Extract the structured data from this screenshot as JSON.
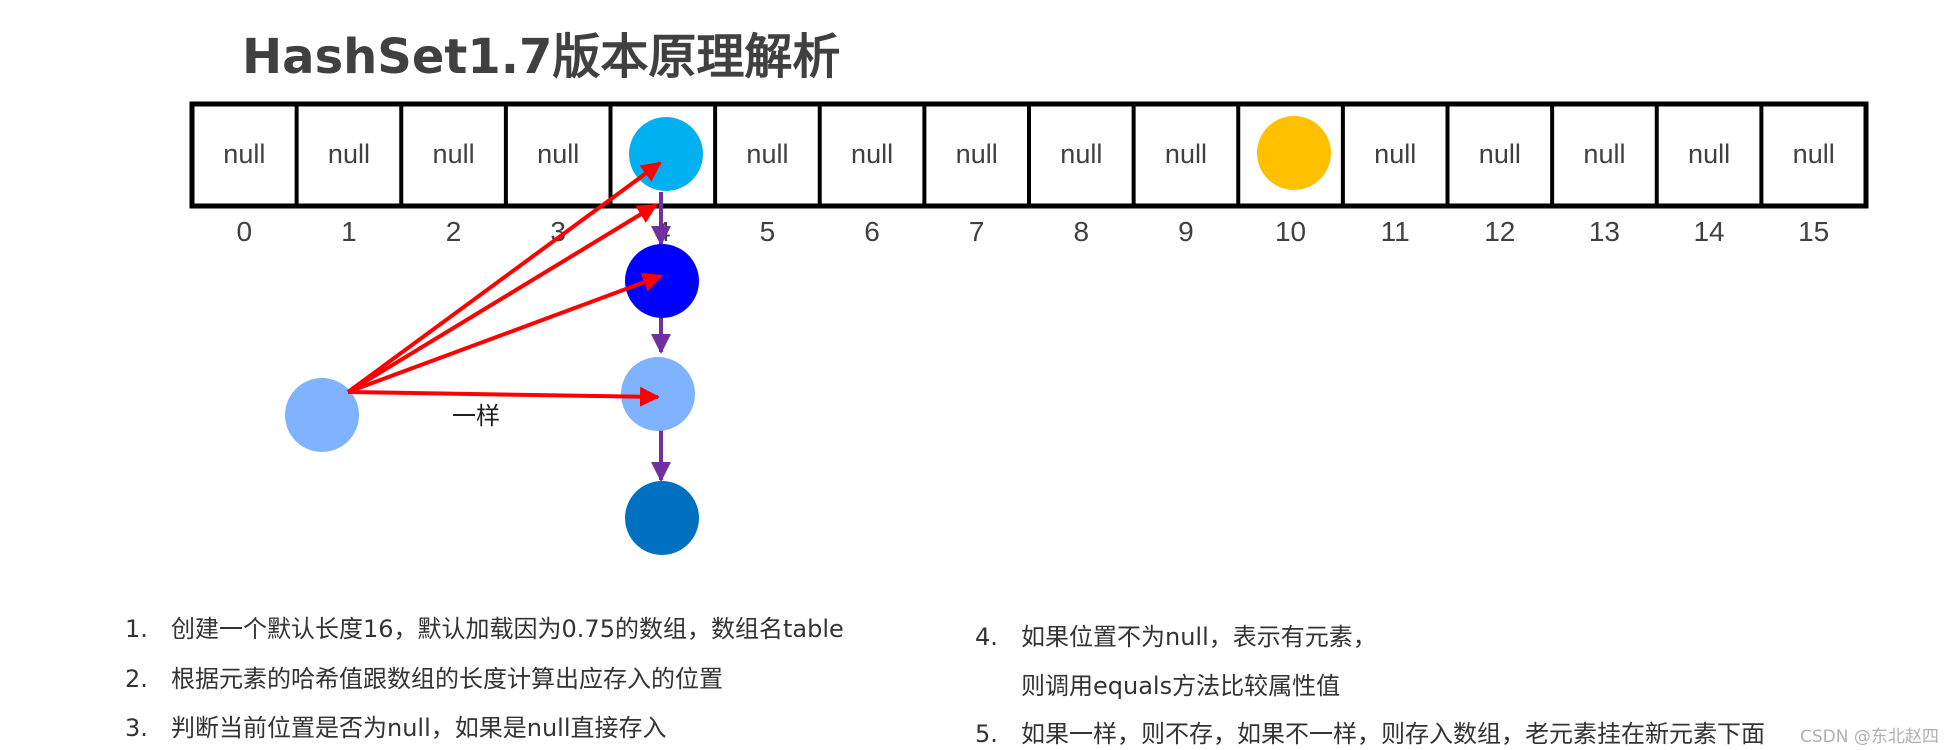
{
  "title": "HashSet1.7版本原理解析",
  "table": {
    "cells": [
      "null",
      "null",
      "null",
      "null",
      "",
      "null",
      "null",
      "null",
      "null",
      "null",
      "",
      "null",
      "null",
      "null",
      "null",
      "null"
    ],
    "indices": [
      "0",
      "1",
      "2",
      "3",
      "4",
      "5",
      "6",
      "7",
      "8",
      "9",
      "10",
      "11",
      "12",
      "13",
      "14",
      "15"
    ]
  },
  "colors": {
    "slot4_node": "#00b0f0",
    "slot10_node": "#ffc000",
    "chain_node_2": "#0000ff",
    "chain_node_3": "#7fb2ff",
    "chain_node_4": "#0070c0",
    "new_element": "#7fb2ff",
    "compare_arrow": "#ff0000",
    "chain_arrow": "#7030a0"
  },
  "compare_label": "一样",
  "notes": [
    {
      "num": "1.",
      "text": "创建一个默认长度16，默认加载因为0.75的数组，数组名table"
    },
    {
      "num": "2.",
      "text": "根据元素的哈希值跟数组的长度计算出应存入的位置"
    },
    {
      "num": "3.",
      "text": "判断当前位置是否为null，如果是null直接存入"
    },
    {
      "num": "4.",
      "text": "如果位置不为null，表示有元素，"
    },
    {
      "num": "",
      "text": "则调用equals方法比较属性值"
    },
    {
      "num": "5.",
      "text": "如果一样，则不存，如果不一样，则存入数组，老元素挂在新元素下面"
    }
  ],
  "watermark": "CSDN @东北赵四"
}
